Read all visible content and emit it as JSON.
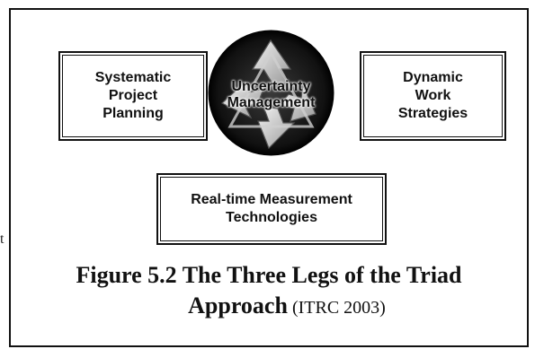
{
  "diagram": {
    "legs": {
      "left": "Systematic\nProject\nPlanning",
      "right": "Dynamic\nWork\nStrategies",
      "bottom": "Real-time Measurement\nTechnologies"
    },
    "center": "Uncertainty\nManagement"
  },
  "caption": {
    "line1": "Figure 5.2  The Three Legs of the Triad",
    "line2_bold": "Approach",
    "line2_citation": " (ITRC 2003)"
  },
  "stray_text": "t"
}
